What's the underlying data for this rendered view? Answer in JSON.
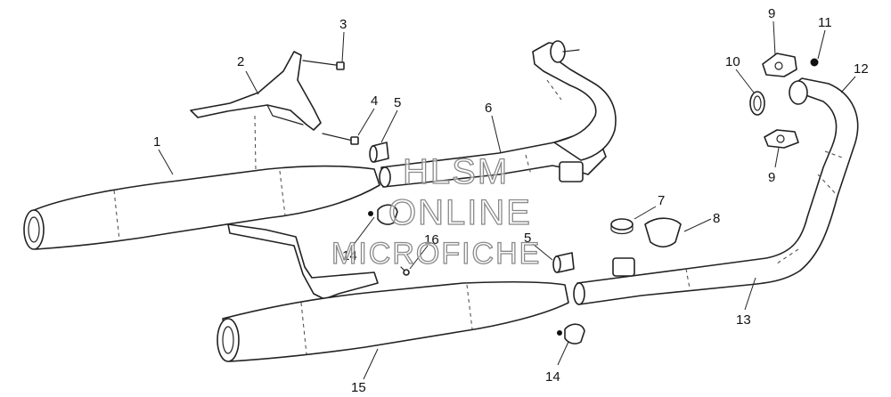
{
  "diagram": {
    "callouts": [
      "1",
      "2",
      "3",
      "4",
      "5",
      "6",
      "7",
      "8",
      "9",
      "10",
      "11",
      "12",
      "13",
      "14",
      "5",
      "16",
      "14",
      "15",
      "9"
    ],
    "watermark": {
      "line1": "HLSM",
      "line2": "ONLINE",
      "line3": "MICROFICHE"
    }
  }
}
